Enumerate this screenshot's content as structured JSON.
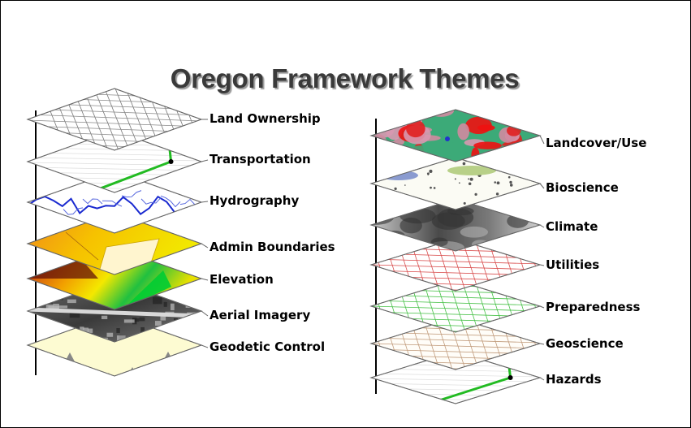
{
  "title": "Oregon Framework Themes",
  "left_column": [
    {
      "label": "Land Ownership",
      "layer": "land-ownership",
      "color": "#ffffff"
    },
    {
      "label": "Transportation",
      "layer": "transportation",
      "color": "#ffffff"
    },
    {
      "label": "Hydrography",
      "layer": "hydrography",
      "color": "#ffffff"
    },
    {
      "label": "Admin Boundaries",
      "layer": "admin-boundaries",
      "color": "#f2c200"
    },
    {
      "label": "Elevation",
      "layer": "elevation",
      "color": "#e8e000"
    },
    {
      "label": "Aerial Imagery",
      "layer": "aerial-imagery",
      "color": "#4a4a4a"
    },
    {
      "label": "Geodetic Control",
      "layer": "geodetic-control",
      "color": "#fdfbd2"
    }
  ],
  "right_column": [
    {
      "label": "Landcover/Use",
      "layer": "landcover-use",
      "color": "#3caa78"
    },
    {
      "label": "Bioscience",
      "layer": "bioscience",
      "color": "#ffffff"
    },
    {
      "label": "Climate",
      "layer": "climate",
      "color": "#8a8a8a"
    },
    {
      "label": "Utilities",
      "layer": "utilities",
      "color": "#ffffff"
    },
    {
      "label": "Preparedness",
      "layer": "preparedness",
      "color": "#ffffff"
    },
    {
      "label": "Geoscience",
      "layer": "geoscience",
      "color": "#ffffff"
    },
    {
      "label": "Hazards",
      "layer": "hazards",
      "color": "#ffffff"
    }
  ]
}
